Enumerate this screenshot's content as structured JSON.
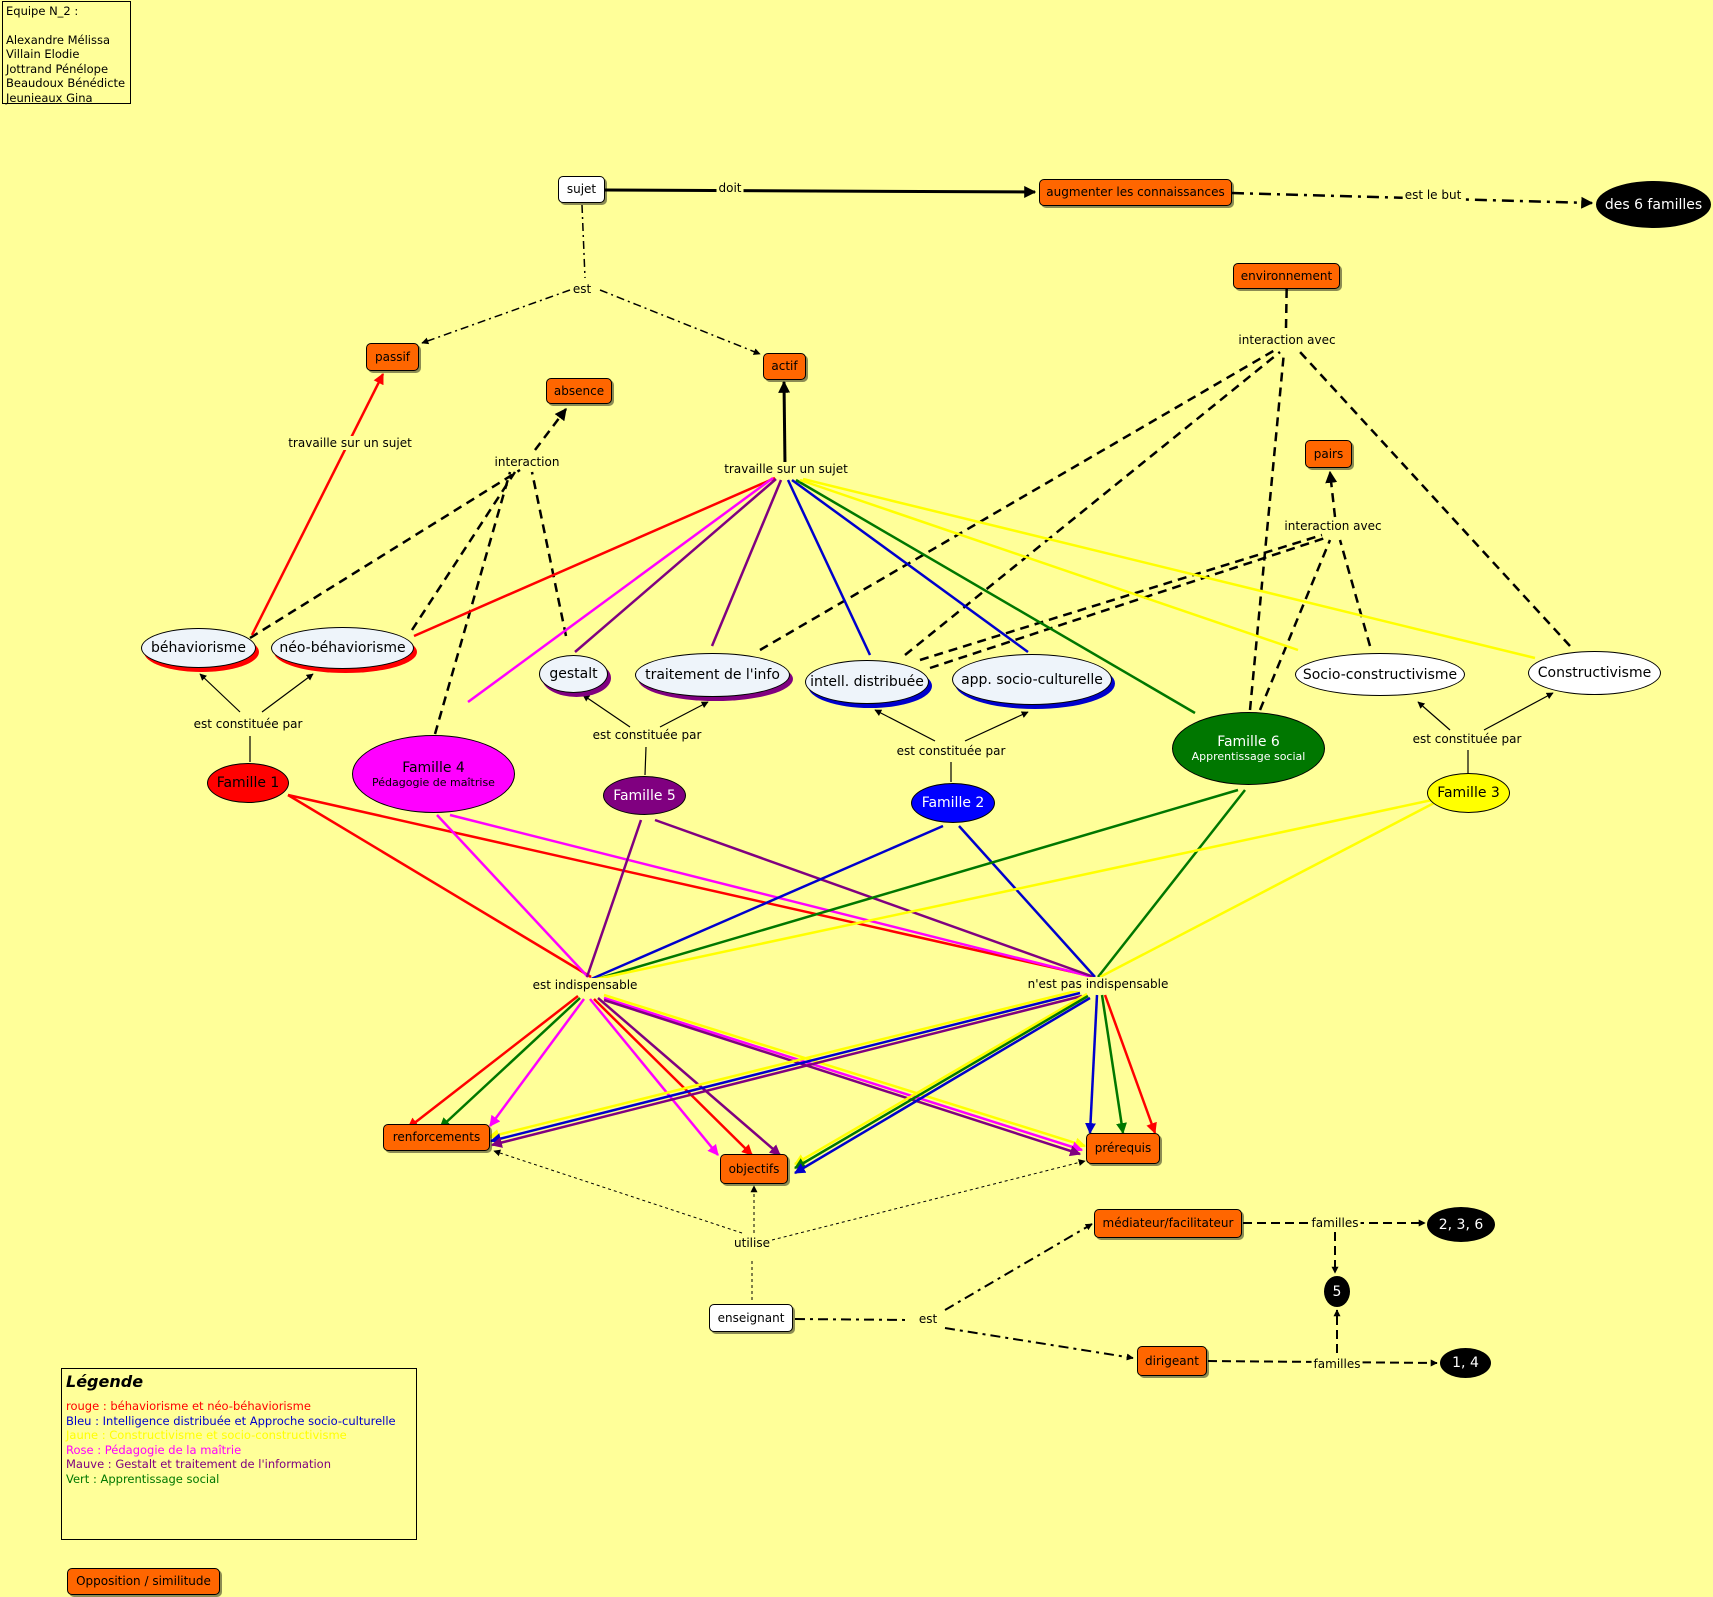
{
  "team": {
    "title": "Equipe N_2 :",
    "members": [
      "Alexandre Mélissa",
      "Villain Elodie",
      "Jottrand Pénélope",
      "Beaudoux Bénédicte",
      "Jeunieaux Gina"
    ]
  },
  "concepts": {
    "sujet": "sujet",
    "augmenter": "augmenter les connaissances",
    "des6": "des 6 familles",
    "environnement": "environnement",
    "passif": "passif",
    "actif": "actif",
    "absence": "absence",
    "pairs": "pairs",
    "behaviorisme": "béhaviorisme",
    "neo": "néo-béhaviorisme",
    "gestalt": "gestalt",
    "traitement": "traitement de l'info",
    "intell": "intell. distribuée",
    "app": "app. socio-culturelle",
    "socio": "Socio-constructivisme",
    "constructivisme": "Constructivisme",
    "f1": "Famille 1",
    "f4": "Famille 4",
    "f4_sub": "Pédagogie de maîtrise",
    "f5": "Famille 5",
    "f2": "Famille 2",
    "f6": "Famille 6",
    "f6_sub": "Apprentissage social",
    "f3": "Famille 3",
    "renforcements": "renforcements",
    "objectifs": "objectifs",
    "prerequis": "prérequis",
    "mediateur": "médiateur/facilitateur",
    "dirigeant": "dirigeant",
    "enseignant": "enseignant",
    "f236": "2, 3, 6",
    "f5n": "5",
    "f14": "1, 4",
    "opposition": "Opposition / similitude"
  },
  "links": {
    "doit": "doit",
    "est_but": "est le but",
    "est_top": "est",
    "interaction_env": "interaction avec",
    "travaille_left": "travaille sur un sujet",
    "interaction_mid": "interaction",
    "travaille_center": "travaille sur un sujet",
    "interaction_pairs": "interaction avec",
    "ecp_f1": "est constituée par",
    "ecp_f5": "est constituée par",
    "ecp_f2": "est constituée par",
    "ecp_f3": "est constituée par",
    "indisp": "est indispensable",
    "non_indisp": "n'est pas indispensable",
    "utilise": "utilise",
    "est_bottom": "est",
    "familles_top": "familles",
    "familles_bottom": "familles"
  },
  "legend": {
    "title": "Légende",
    "items": [
      {
        "text": "rouge : béhaviorisme et néo-béhaviorisme",
        "color": "#ff0000"
      },
      {
        "text": "Bleu : Intelligence distribuée et Approche socio-culturelle",
        "color": "#0000cc"
      },
      {
        "text": "Jaune : Constructivisme et socio-constructivisme",
        "color": "#ffff00"
      },
      {
        "text": "Rose : Pédagogie de la maîtrie",
        "color": "#ff00ff"
      },
      {
        "text": "Mauve : Gestalt et traitement de l'information",
        "color": "#800080"
      },
      {
        "text": "Vert : Apprentissage social",
        "color": "#007700"
      }
    ]
  },
  "colors": {
    "background": "#ffff99",
    "concept": "#ff6600",
    "rouge": "#ff0000",
    "bleu": "#0000cc",
    "jaune": "#ffff00",
    "rose": "#ff00ff",
    "mauve": "#800080",
    "vert": "#007700"
  }
}
